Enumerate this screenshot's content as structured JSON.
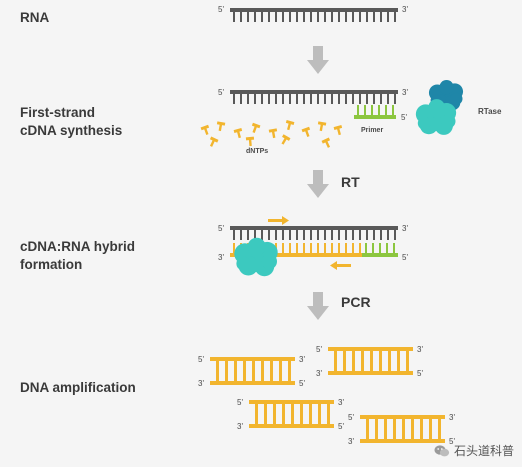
{
  "steps": {
    "rna": "RNA",
    "first_strand_line1": "First-strand",
    "first_strand_line2": "cDNA synthesis",
    "hybrid_line1": "cDNA:RNA hybrid",
    "hybrid_line2": "formation",
    "amplification": "DNA amplification"
  },
  "arrows": {
    "rt": "RT",
    "pcr": "PCR"
  },
  "labels": {
    "primer": "Primer",
    "rtase": "RTase",
    "dntps": "dNTPs",
    "five_prime": "5'",
    "three_prime": "3'"
  },
  "watermark": {
    "text": "石头道科普",
    "icon": "wechat-icon"
  },
  "colors": {
    "rna": "#595959",
    "dna": "#f2b52e",
    "primer": "#8cc63f",
    "enzyme_teal": "#3cc9bf",
    "enzyme_blue": "#1f86a8",
    "arrow": "#bdbdbd",
    "text": "#3a3a3a"
  }
}
